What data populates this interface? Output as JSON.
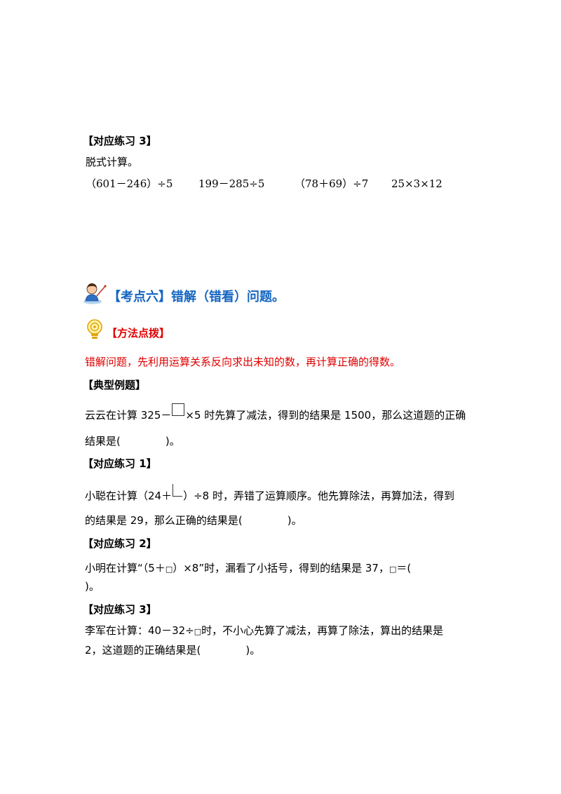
{
  "part1": {
    "heading": "【对应练习 3】",
    "intro": "脱式计算。",
    "exprs": [
      "（601－246）÷5",
      "199－285÷5",
      "（78＋69）÷7",
      "25×3×12"
    ]
  },
  "section": {
    "title": "【考点六】错解（错看）问题。",
    "method_title": "【方法点拨】",
    "method_text": "错解问题，先利用运算关系反向求出未知的数，再计算正确的得数。"
  },
  "example": {
    "heading": "【典型例题】",
    "line1_a": "云云在计算 325－",
    "line1_b": "×5 时先算了减法，得到的结果是 1500，那么这道题的正确",
    "line2": "结果是(",
    "line2_end": ")。"
  },
  "ex1": {
    "heading": "【对应练习 1】",
    "line1_a": "小聪在计算（24＋",
    "line1_b": "）÷8 时，弄错了运算顺序。他先算除法，再算加法，得到",
    "line2": "的结果是 29，那么正确的结果是(",
    "line2_end": ")。"
  },
  "ex2": {
    "heading": "【对应练习 2】",
    "line1_a": "小明在计算“（5＋",
    "square": "□",
    "line1_b": "）×8”时，漏看了小括号，得到的结果是 37，",
    "line1_c": "＝(",
    "line2": ")。"
  },
  "ex3": {
    "heading": "【对应练习 3】",
    "line1_a": "李军在计算：40－32÷",
    "line1_b": "时，不小心先算了减法，再算了除法，算出的结果是",
    "line2": "2，这道题的正确结果是(",
    "line2_end": ")。"
  }
}
